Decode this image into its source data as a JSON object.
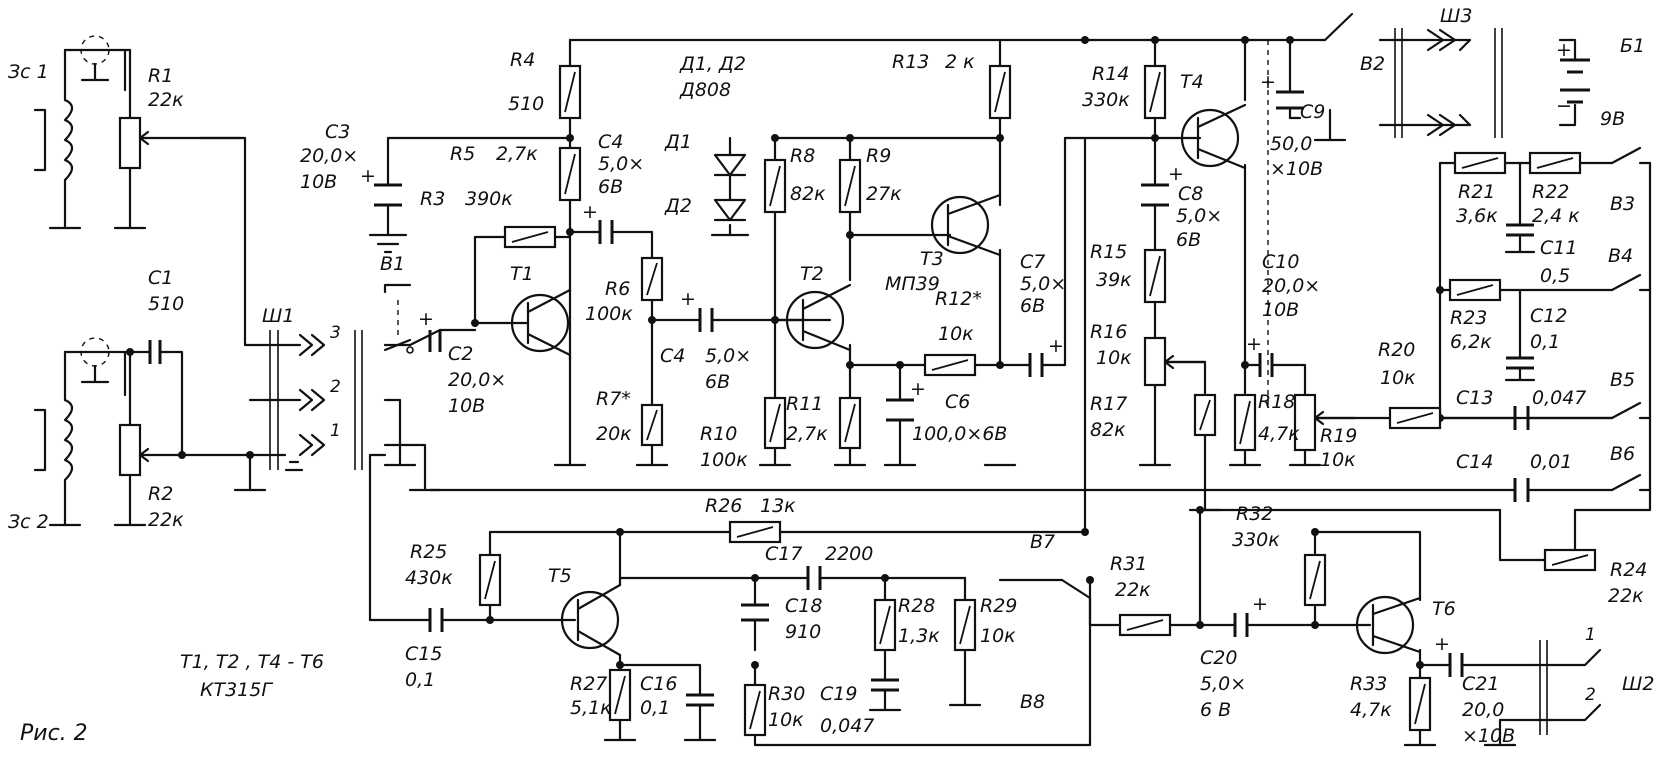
{
  "figure": {
    "caption": "Рис. 2",
    "transistor_note_line1": "T1, T2 , T4 - T6",
    "transistor_note_line2": "КТ315Г",
    "diodes_line1": "Д1, Д2",
    "diodes_line2": "Д808",
    "t3_type": "МП39"
  },
  "sources": {
    "zs1": "Зс 1",
    "zs2": "Зс 2"
  },
  "resistors": {
    "r1": {
      "name": "R1",
      "value": "22к"
    },
    "r2": {
      "name": "R2",
      "value": "22к"
    },
    "r3": {
      "name": "R3",
      "value": "390к"
    },
    "r4": {
      "name": "R4",
      "value": "510"
    },
    "r5": {
      "name": "R5",
      "value": "2,7к"
    },
    "r6": {
      "name": "R6",
      "value": "100к"
    },
    "r7": {
      "name": "R7*",
      "value": "20к"
    },
    "r8": {
      "name": "R8",
      "value": "82к"
    },
    "r9": {
      "name": "R9",
      "value": "27к"
    },
    "r10": {
      "name": "R10",
      "value": "100к"
    },
    "r11": {
      "name": "R11",
      "value": "2,7к"
    },
    "r12": {
      "name": "R12*",
      "value": "10к"
    },
    "r13": {
      "name": "R13",
      "value": "2 к"
    },
    "r14": {
      "name": "R14",
      "value": "330к"
    },
    "r15": {
      "name": "R15",
      "value": "39к"
    },
    "r16": {
      "name": "R16",
      "value": "10к"
    },
    "r17": {
      "name": "R17",
      "value": "82к"
    },
    "r18": {
      "name": "R18",
      "value": "4,7к"
    },
    "r19": {
      "name": "R19",
      "value": "10к"
    },
    "r20": {
      "name": "R20",
      "value": "10к"
    },
    "r21": {
      "name": "R21",
      "value": "3,6к"
    },
    "r22": {
      "name": "R22",
      "value": "2,4 к"
    },
    "r23": {
      "name": "R23",
      "value": "6,2к"
    },
    "r24": {
      "name": "R24",
      "value": "22к"
    },
    "r25": {
      "name": "R25",
      "value": "430к"
    },
    "r26": {
      "name": "R26",
      "value": "13к"
    },
    "r27": {
      "name": "R27",
      "value": "5,1к"
    },
    "r28": {
      "name": "R28",
      "value": "1,3к"
    },
    "r29": {
      "name": "R29",
      "value": "10к"
    },
    "r30": {
      "name": "R30",
      "value": "10к"
    },
    "r31": {
      "name": "R31",
      "value": "22к"
    },
    "r32": {
      "name": "R32",
      "value": "330к"
    },
    "r33": {
      "name": "R33",
      "value": "4,7к"
    }
  },
  "capacitors": {
    "c1": {
      "name": "C1",
      "value": "510"
    },
    "c2": {
      "name": "C2",
      "value": "20,0×",
      "rating": "10В"
    },
    "c3": {
      "name": "C3",
      "value": "20,0×",
      "rating": "10В"
    },
    "c4a": {
      "name": "C4",
      "value": "5,0×",
      "rating": "6В"
    },
    "c4b": {
      "name": "C4",
      "value": "5,0×",
      "rating": "6В"
    },
    "c6": {
      "name": "C6",
      "value": "100,0×6В"
    },
    "c7": {
      "name": "C7",
      "value": "5,0×",
      "rating": "6В"
    },
    "c8": {
      "name": "C8",
      "value": "5,0×",
      "rating": "6В"
    },
    "c9": {
      "name": "C9",
      "value": "50,0",
      "rating": "×10В"
    },
    "c10": {
      "name": "C10",
      "value": "20,0×",
      "rating": "10В"
    },
    "c11": {
      "name": "C11",
      "value": "0,5"
    },
    "c12": {
      "name": "C12",
      "value": "0,1"
    },
    "c13": {
      "name": "C13",
      "value": "0,047"
    },
    "c14": {
      "name": "C14",
      "value": "0,01"
    },
    "c15": {
      "name": "C15",
      "value": "0,1"
    },
    "c16": {
      "name": "C16",
      "value": "0,1"
    },
    "c17": {
      "name": "C17",
      "value": "2200"
    },
    "c18": {
      "name": "C18",
      "value": "910"
    },
    "c19": {
      "name": "C19",
      "value": "0,047"
    },
    "c20": {
      "name": "C20",
      "value": "5,0×",
      "rating": "6 В"
    },
    "c21": {
      "name": "C21",
      "value": "20,0",
      "rating": "×10В"
    }
  },
  "transistors": {
    "t1": "T1",
    "t2": "T2",
    "t3": "T3",
    "t4": "T4",
    "t5": "T5",
    "t6": "T6"
  },
  "diodes": {
    "d1": "Д1",
    "d2": "Д2"
  },
  "switches": {
    "b1": "В1",
    "b2": "В2",
    "b3": "В3",
    "b4": "В4",
    "b5": "В5",
    "b6": "В6",
    "b7": "В7",
    "b8": "В8"
  },
  "connectors": {
    "sh1": "Ш1",
    "sh2": "Ш2",
    "sh3": "Ш3",
    "sh1_pin1": "1",
    "sh1_pin2": "2",
    "sh1_pin3": "3",
    "sh2_pin1": "1",
    "sh2_pin2": "2"
  },
  "battery": {
    "name": "Б1",
    "voltage": "9В",
    "plus": "+",
    "minus": "−"
  },
  "polarity_mark": "+"
}
